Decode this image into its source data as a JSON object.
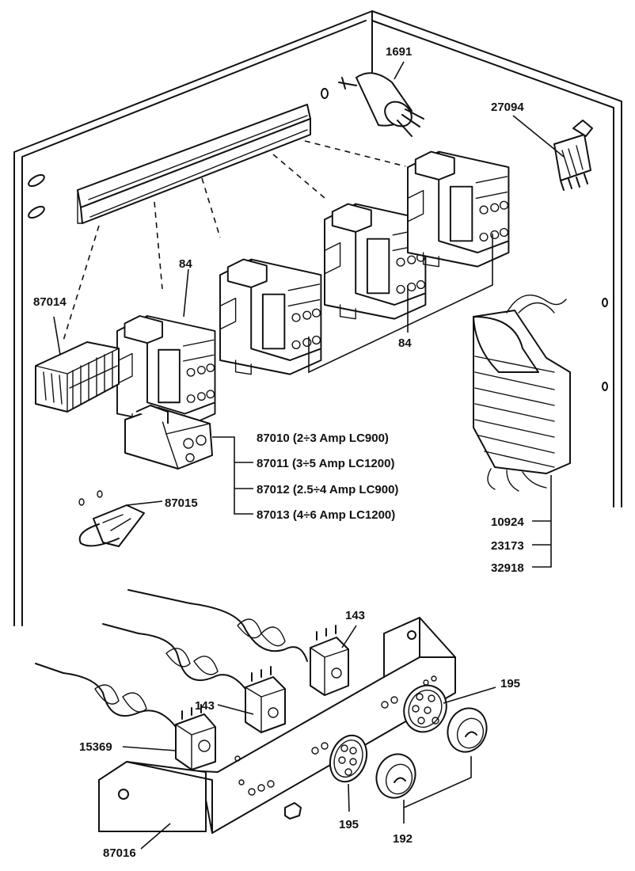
{
  "labels": {
    "p1691": "1691",
    "p27094": "27094",
    "p84_top": "84",
    "p84_right": "84",
    "p87014": "87014",
    "p87010": "87010 (2÷3 Amp LC900)",
    "p87011": "87011 (3÷5 Amp LC1200)",
    "p87012": "87012 (2.5÷4 Amp LC900)",
    "p87013": "87013 (4÷6 Amp LC1200)",
    "p87015": "87015",
    "p10924": "10924",
    "p23173": "23173",
    "p32918": "32918",
    "p143_top": "143",
    "p143_mid": "143",
    "p15369": "15369",
    "p195_right": "195",
    "p195_bottom": "195",
    "p192": "192",
    "p87016": "87016"
  }
}
